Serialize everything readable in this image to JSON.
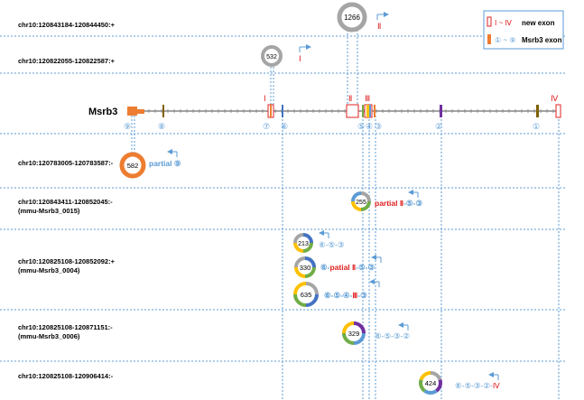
{
  "gene_name": "Msrb3",
  "legend": {
    "new_exon_symbol": "Ⅰ ~ Ⅳ",
    "new_exon_label": "new exon",
    "msrb3_exon_symbol": "① ~ ⑨",
    "msrb3_exon_label": "Msrb3 exon"
  },
  "top_tracks": [
    {
      "label": "chr10:120843184-120844450:+",
      "count": "1266",
      "exon": "Ⅱ"
    },
    {
      "label": "chr10:120822055-120822587:+",
      "count": "532",
      "exon": "Ⅰ"
    }
  ],
  "gene_exons": {
    "new": [
      "Ⅰ",
      "Ⅱ",
      "Ⅲ",
      "Ⅳ"
    ],
    "numbered": [
      "⑨",
      "⑧",
      "⑦",
      "⑥",
      "⑤",
      "④",
      "③",
      "②",
      "①"
    ]
  },
  "tracks": [
    {
      "label": "chr10:120783005-120783587:-",
      "sub": "",
      "isoforms": [
        {
          "count": "582",
          "prefix": "partial ",
          "red": "",
          "path": "⑨"
        }
      ]
    },
    {
      "label": "chr10:120843411-120852045:-",
      "sub": "(mmu-Msrb3_0015)",
      "isoforms": [
        {
          "count": "255",
          "prefix": "",
          "red": "partial Ⅱ",
          "path": "-⑤-③"
        }
      ]
    },
    {
      "label": "chr10:120825108-120852092:+",
      "sub": "(mmu-Msrb3_0004)",
      "isoforms": [
        {
          "count": "213",
          "prefix": "⑥-⑤-③",
          "red": "",
          "path": ""
        },
        {
          "count": "330",
          "prefix": "⑥-",
          "red": "patial Ⅱ",
          "path": "-⑤-③"
        },
        {
          "count": "635",
          "prefix": "⑥-⑤-④-",
          "red": "Ⅲ",
          "path": "-③"
        }
      ]
    },
    {
      "label": "chr10:120825108-120871151:-",
      "sub": "(mmu-Msrb3_0006)",
      "isoforms": [
        {
          "count": "329",
          "prefix": "⑥-⑤-③-②",
          "red": "",
          "path": ""
        }
      ]
    },
    {
      "label": "chr10:120825108-120906414:-",
      "sub": "",
      "isoforms": [
        {
          "count": "424",
          "prefix": "⑥-⑤-③-②-",
          "red": "Ⅳ",
          "path": ""
        }
      ]
    }
  ],
  "colors": {
    "grid": "#5b9bd5",
    "circle_gray": "#a5a5a5",
    "orange": "#ed7d31",
    "red": "#e02020",
    "blue_text": "#5b9bd5",
    "purple": "#7030a0",
    "green": "#70ad47",
    "yellow": "#ffc000",
    "olive": "#7f6000",
    "navy": "#4472c4"
  }
}
